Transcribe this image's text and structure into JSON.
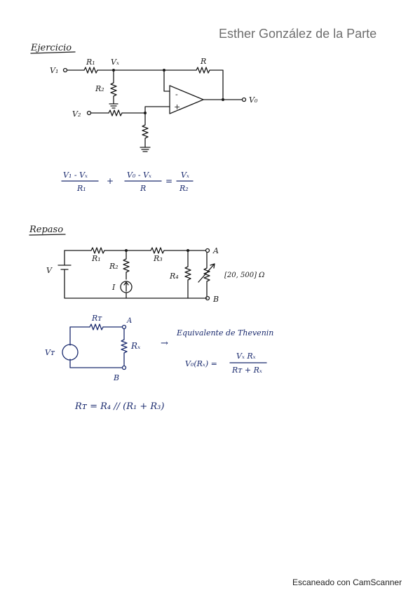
{
  "author": "Esther González de la Parte",
  "watermark": "Escaneado con CamScanner",
  "section1": {
    "heading": "Ejercicio",
    "labels": {
      "v1": "V₁",
      "r1": "R₁",
      "vx": "Vₓ",
      "r2": "R₂",
      "r": "R",
      "v2": "V₂",
      "vo": "V₀",
      "minus": "-",
      "plus": "+"
    },
    "equation": {
      "t1_num": "V₁ - Vₓ",
      "t1_den": "R₁",
      "op1": "+",
      "t2_num": "V₀ - Vₓ",
      "t2_den": "R",
      "op2": "=",
      "t3_num": "Vₓ",
      "t3_den": "R₂"
    }
  },
  "section2": {
    "heading": "Repaso",
    "labels": {
      "v": "V",
      "r1": "R₁",
      "r3": "R₃",
      "r2": "R₂",
      "r4": "R₄",
      "i": "I",
      "a": "A",
      "b": "B",
      "range": "[20, 500] Ω"
    },
    "thevenin": {
      "rt": "Rᴛ",
      "vt": "Vᴛ",
      "rx": "Rₓ",
      "a": "A",
      "b": "B",
      "arrow": "→",
      "title": "Equivalente de Thevenin",
      "eq_lhs": "V₀(Rₓ) =",
      "eq_num": "Vₓ Rₓ",
      "eq_den": "Rᴛ + Rₓ"
    },
    "rt_formula": "Rᴛ = R₄ // (R₁ + R₃)"
  }
}
